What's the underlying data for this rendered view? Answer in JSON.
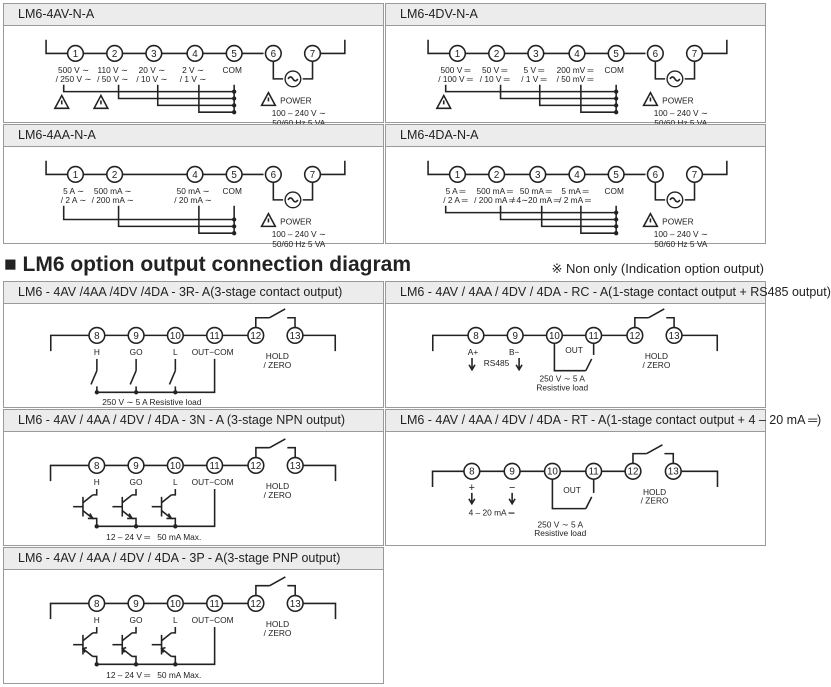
{
  "input_models": [
    {
      "title": "LM6-4AV-N-A",
      "terminals": [
        "1",
        "2",
        "3",
        "4",
        "5"
      ],
      "labels": [
        [
          "500 V ∼",
          "/ 250 V ∼"
        ],
        [
          "110 V ∼",
          "/ 50 V ∼"
        ],
        [
          "20 V ∼",
          "/ 10 V ∼"
        ],
        [
          "2 V ∼",
          "/ 1 V ∼"
        ],
        [
          "COM"
        ]
      ],
      "warn": [
        0,
        1
      ]
    },
    {
      "title": "LM6-4DV-N-A",
      "terminals": [
        "1",
        "2",
        "3",
        "4",
        "5"
      ],
      "labels": [
        [
          "500 V ═",
          "/ 100 V ═"
        ],
        [
          "50 V ═",
          "/ 10 V ═"
        ],
        [
          "5 V ═",
          "/ 1 V ═"
        ],
        [
          "200 mV ═",
          "/ 50 mV ═"
        ],
        [
          "COM"
        ]
      ],
      "warn": [
        0
      ]
    },
    {
      "title": "LM6-4AA-N-A",
      "terminals": [
        "1",
        "2",
        "4",
        "5"
      ],
      "labels": [
        [
          "5 A ∼",
          "/ 2 A ∼"
        ],
        [
          "500 mA ∼",
          "/ 200 mA ∼"
        ],
        [
          "50 mA ∼",
          "/ 20 mA ∼"
        ],
        [
          "COM"
        ]
      ],
      "warn": []
    },
    {
      "title": "LM6-4DA-N-A",
      "terminals": [
        "1",
        "2",
        "3",
        "4",
        "5"
      ],
      "labels": [
        [
          "5 A ═",
          "/ 2 A ═"
        ],
        [
          "500 mA ═",
          "/ 200 mA ═"
        ],
        [
          "50 mA ═",
          "/ 4∼20 mA ═"
        ],
        [
          "5 mA ═",
          "/ 2 mA ═"
        ],
        [
          "COM"
        ]
      ],
      "warn": []
    }
  ],
  "power": {
    "terminals": [
      "6",
      "7"
    ],
    "label": "POWER",
    "spec1": "100 – 240 V ∼",
    "spec2": "50/60 Hz  5 VA"
  },
  "section": {
    "title": "■ LM6 option output connection diagram",
    "note": "※ Non only (Indication option output)"
  },
  "output_models": [
    {
      "title": "LM6 - 4AV /4AA /4DV /4DA  - 3R- A(3-stage contact output)",
      "type": "relay",
      "terminals": [
        "8",
        "9",
        "10",
        "11",
        "12",
        "13"
      ],
      "labels": [
        "H",
        "GO",
        "L",
        "OUT−COM"
      ],
      "hold": [
        "HOLD",
        "/ ZERO"
      ],
      "note": "250 V ∼  5 A Resistive load"
    },
    {
      "title": "LM6 - 4AV / 4AA / 4DV / 4DA  - RC - A(1-stage contact output + RS485 output)",
      "type": "rs485",
      "terminals": [
        "8",
        "9",
        "10",
        "11",
        "12",
        "13"
      ],
      "labels": [
        "A+",
        "B−",
        "RS485",
        "OUT"
      ],
      "hold": [
        "HOLD",
        "/ ZERO"
      ],
      "note": [
        "250 V ∼  5 A",
        "Resistive load"
      ]
    },
    {
      "title": "LM6 - 4AV / 4AA / 4DV / 4DA  - 3N - A (3-stage NPN output)",
      "type": "npn",
      "terminals": [
        "8",
        "9",
        "10",
        "11",
        "12",
        "13"
      ],
      "labels": [
        "H",
        "GO",
        "L",
        "OUT−COM"
      ],
      "hold": [
        "HOLD",
        "/ ZERO"
      ],
      "note": [
        "12 – 24 V ═",
        "50 mA Max."
      ]
    },
    {
      "title": "LM6 - 4AV / 4AA / 4DV / 4DA  - RT - A(1-stage contact output + 4 – 20 mA ═)",
      "type": "analog",
      "terminals": [
        "8",
        "9",
        "10",
        "11",
        "12",
        "13"
      ],
      "labels": [
        "+",
        "−",
        "4 – 20 mA ═",
        "OUT"
      ],
      "hold": [
        "HOLD",
        "/ ZERO"
      ],
      "note": [
        "250 V ∼  5 A",
        "Resistive load"
      ]
    },
    {
      "title": "LM6 - 4AV / 4AA / 4DV / 4DA  - 3P - A(3-stage PNP output)",
      "type": "pnp",
      "terminals": [
        "8",
        "9",
        "10",
        "11",
        "12",
        "13"
      ],
      "labels": [
        "H",
        "GO",
        "L",
        "OUT−COM"
      ],
      "hold": [
        "HOLD",
        "/ ZERO"
      ],
      "note": [
        "12 – 24 V ═",
        "50 mA Max."
      ]
    }
  ]
}
